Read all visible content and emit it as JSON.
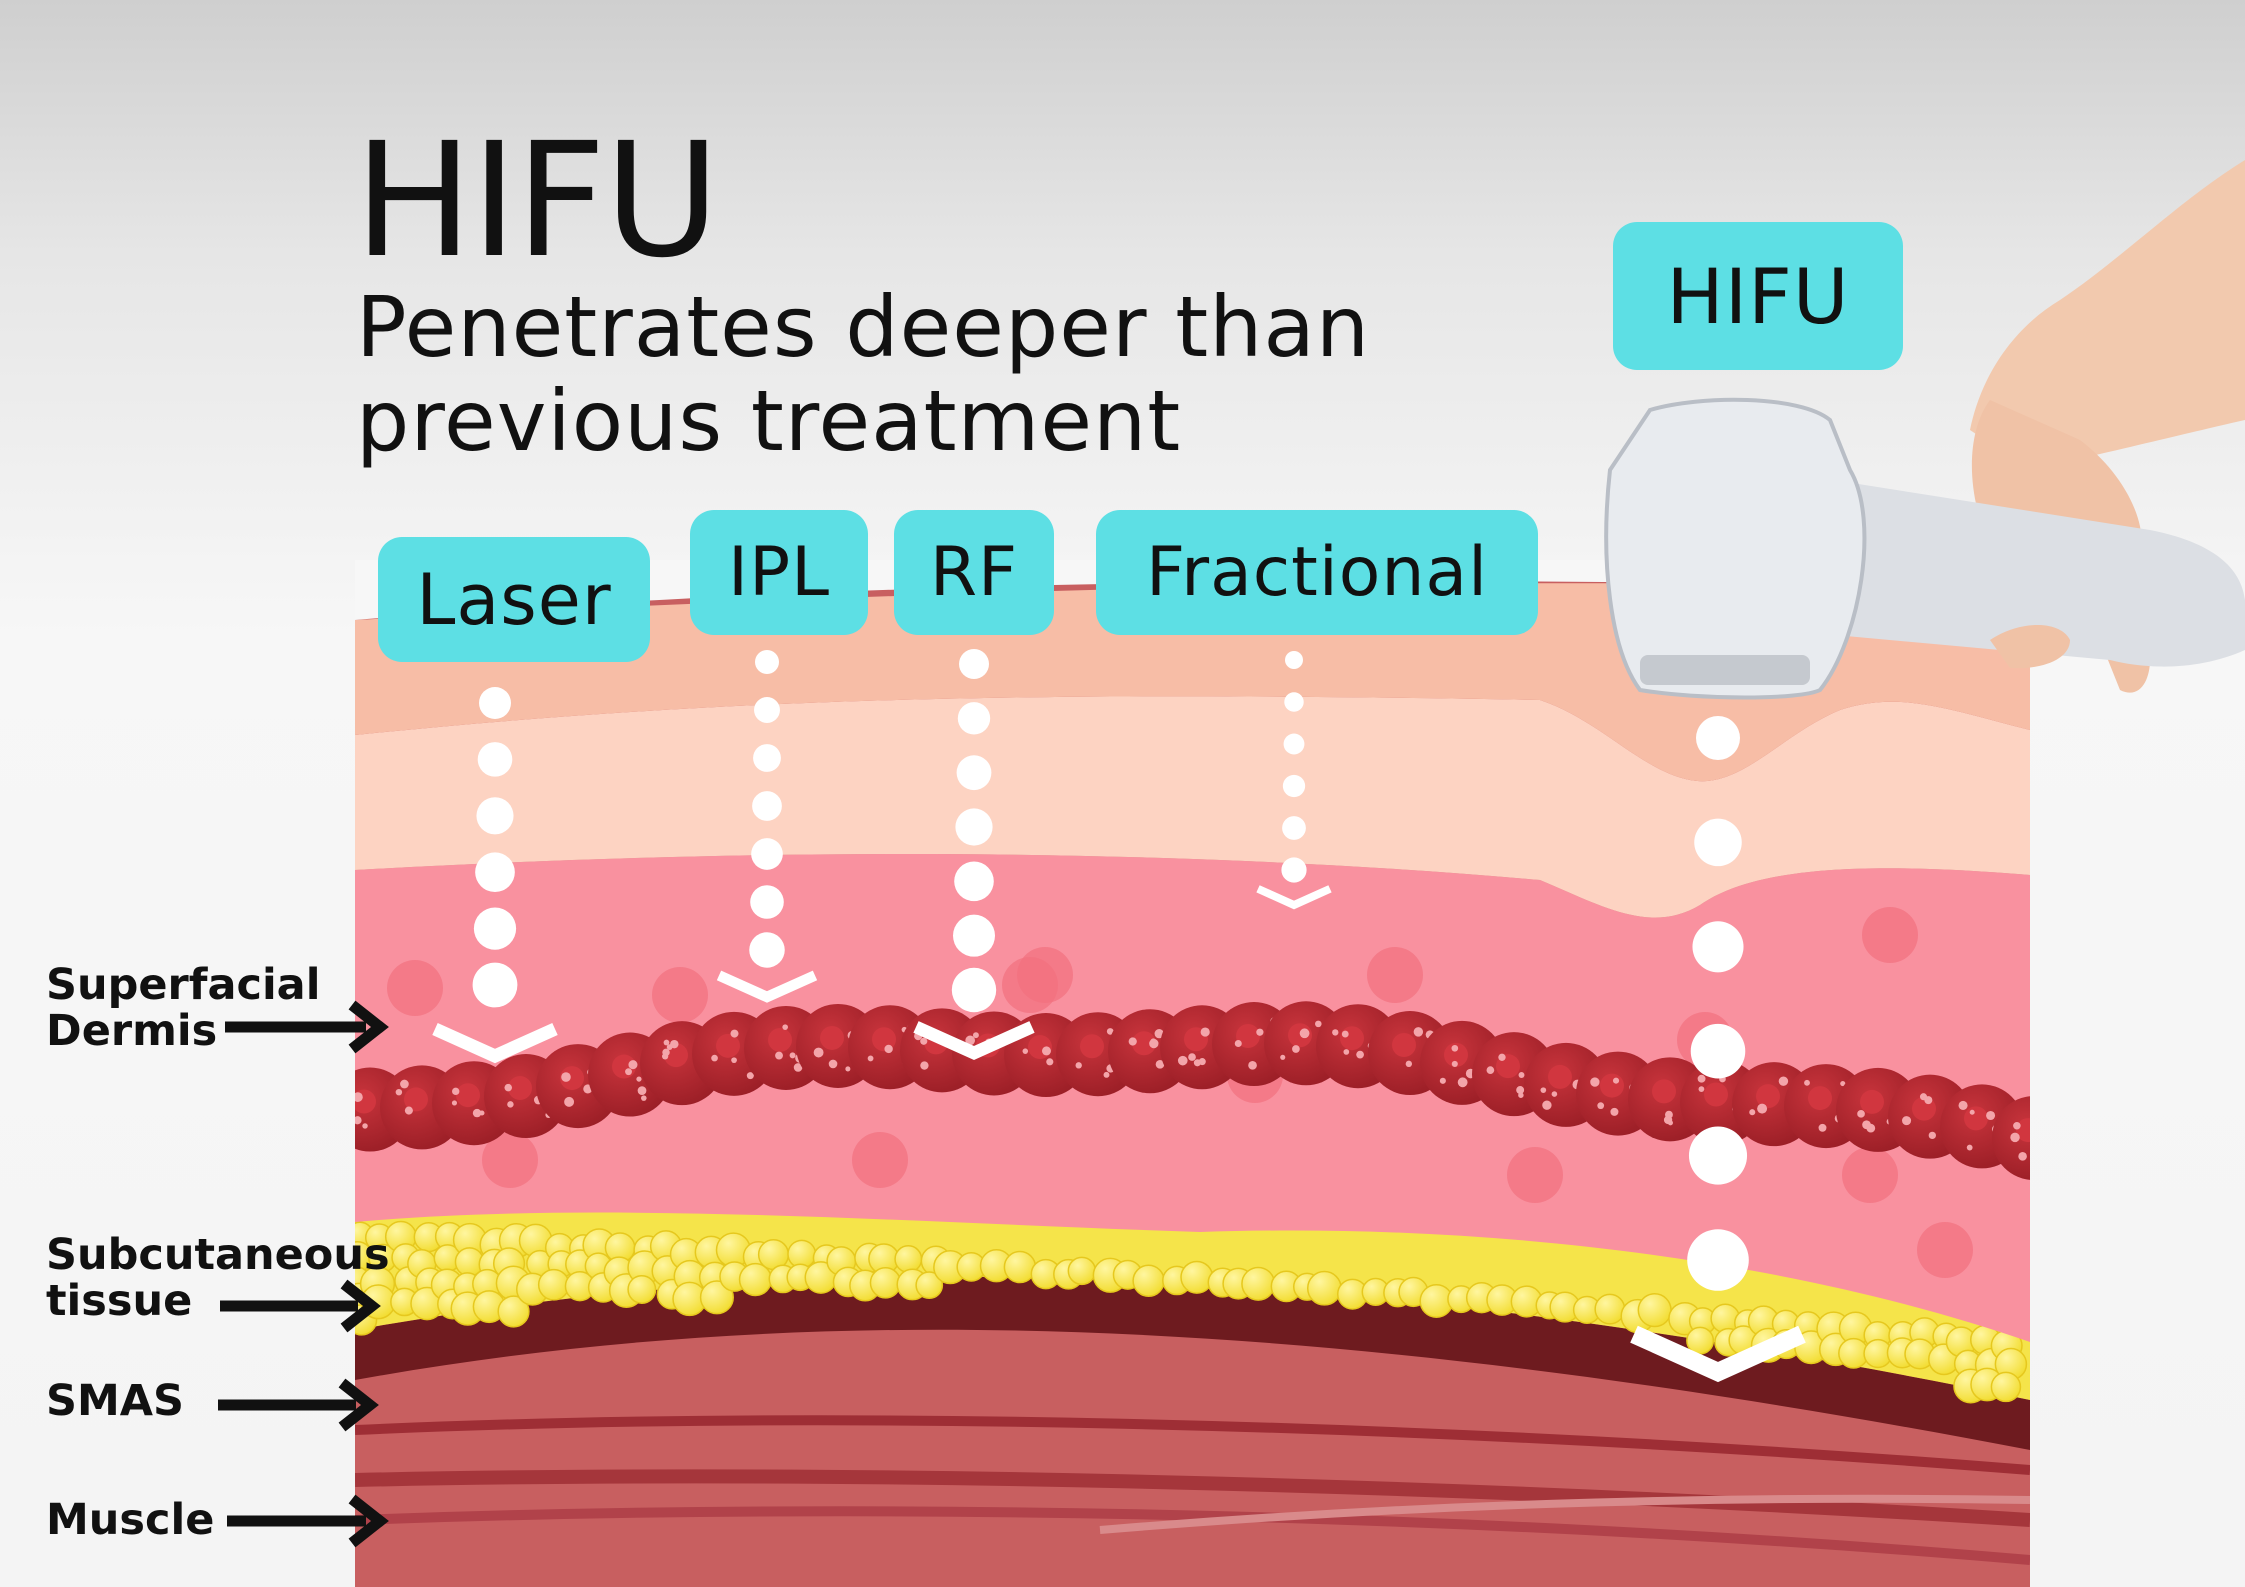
{
  "title": "HIFU",
  "subtitle_line1": "Penetrates deeper than",
  "subtitle_line2": "previous treatment",
  "treatments": [
    {
      "label": "Laser"
    },
    {
      "label": "IPL"
    },
    {
      "label": "RF"
    },
    {
      "label": "Fractional"
    },
    {
      "label": "HIFU"
    }
  ],
  "layers": [
    {
      "line1": "Superfacial",
      "line2": "Dermis"
    },
    {
      "line1": "Subcutaneous",
      "line2": "tissue"
    },
    {
      "line1": "SMAS"
    },
    {
      "line1": "Muscle"
    }
  ],
  "colors": {
    "chip": "#5ddfe4",
    "epidermis": "#f7bda6",
    "dermis_top": "#fdd3c2",
    "dermis": "#f9919f",
    "vessel": "#b3242d",
    "fat": "#f5e44a",
    "smas": "#6e1b1f",
    "muscle": "#c85f60"
  }
}
